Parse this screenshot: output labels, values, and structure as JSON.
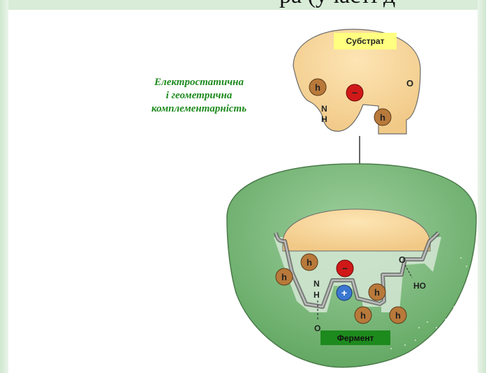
{
  "top_fragment": "ра (участі д",
  "caption": {
    "line1": "Електростатична",
    "line2": "і геометрична",
    "line3": "комплементарність"
  },
  "substrate": {
    "label": "Субстрат",
    "groups": {
      "hydrophobic": "h",
      "negative": "−",
      "oxygen": "O",
      "amine_n": "N",
      "amine_h": "H"
    }
  },
  "enzyme": {
    "label": "Фермент",
    "groups": {
      "hydrophobic": "h",
      "negative": "−",
      "positive": "+",
      "oxygen": "O",
      "ho": "HO",
      "amine_n": "N",
      "amine_h": "H",
      "bottom_o": "O"
    }
  },
  "colors": {
    "substrate_fill": "#f8d99c",
    "enzyme_outer": "#6fb56f",
    "enzyme_inner": "#c6dfc6",
    "hydrophobic": "#b8793a",
    "negative": "#d01818",
    "positive": "#3b78d0",
    "caption": "#1e8a1e",
    "label_box_substrate": "#ffff80",
    "label_box_enzyme": "#1d8a1d"
  }
}
